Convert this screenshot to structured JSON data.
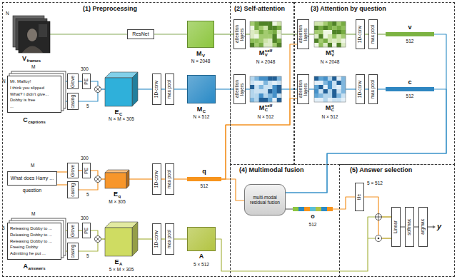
{
  "diagram": {
    "nodes": [
      {
        "text": [
          "(1) Preprocessing"
        ]
      },
      {
        "text": [
          "(2) Self-attention"
        ]
      },
      {
        "text": [
          "(3) Attention by question"
        ]
      },
      {
        "text": [
          "(4) Multimodal fusion"
        ]
      },
      {
        "text": [
          "(5) Answer selection"
        ]
      },
      {
        "text": [
          "V",
          "frames"
        ],
        "in": 0
      },
      {
        "text": [
          "ResNet"
        ],
        "in": 0
      },
      {
        "text": [
          "M",
          "V",
          "N × 2048"
        ],
        "in": 0
      },
      {
        "text": [
          "Mr. Malfoy!",
          "I think you slipped",
          "What? I didn't give...",
          "Dobby is free",
          "...",
          "C",
          "captions"
        ],
        "in": 0
      },
      {
        "text": [
          "Glove"
        ],
        "in": 0
      },
      {
        "text": [
          "casing"
        ],
        "in": 0
      },
      {
        "text": [
          "PE"
        ],
        "in": 0
      },
      {
        "text": [
          "E",
          "C",
          "N × M × 305"
        ],
        "in": 0
      },
      {
        "text": [
          "1D-conv"
        ],
        "in": 0
      },
      {
        "text": [
          "max pool"
        ],
        "in": 0
      },
      {
        "text": [
          "M",
          "C",
          "N × 512"
        ],
        "in": 0
      },
      {
        "text": [
          "What does Harry ...",
          "question"
        ],
        "in": 0
      },
      {
        "text": [
          "Glove"
        ],
        "in": 0
      },
      {
        "text": [
          "casing"
        ],
        "in": 0
      },
      {
        "text": [
          "PE"
        ],
        "in": 0
      },
      {
        "text": [
          "E",
          "q",
          "M × 305"
        ],
        "in": 0
      },
      {
        "text": [
          "1D-conv"
        ],
        "in": 0
      },
      {
        "text": [
          "max pool"
        ],
        "in": 0
      },
      {
        "text": [
          "q",
          "512"
        ],
        "in": 0
      },
      {
        "text": [
          "Releasing Dobby to ...",
          "Releasing Dobby to ...",
          "Releasing Dobby to ...",
          "Freeing Dobby",
          "Admitting he put ...",
          "A",
          "answers"
        ],
        "in": 0
      },
      {
        "text": [
          "Glove"
        ],
        "in": 0
      },
      {
        "text": [
          "casing"
        ],
        "in": 0
      },
      {
        "text": [
          "PE"
        ],
        "in": 0
      },
      {
        "text": [
          "E",
          "A",
          "5 × M × 305"
        ],
        "in": 0
      },
      {
        "text": [
          "1D-conv"
        ],
        "in": 0
      },
      {
        "text": [
          "max pool"
        ],
        "in": 0
      },
      {
        "text": [
          "A",
          "5 × 512"
        ],
        "in": 0
      },
      {
        "text": [
          "attention layers"
        ],
        "in": 1
      },
      {
        "text": [
          "M",
          "V",
          "self",
          "N × 2048"
        ],
        "in": 1
      },
      {
        "text": [
          "attention layers"
        ],
        "in": 1
      },
      {
        "text": [
          "M",
          "C",
          "self",
          "N × 512"
        ],
        "in": 1
      },
      {
        "text": [
          "attention layers"
        ],
        "in": 2
      },
      {
        "text": [
          "M",
          "V",
          "q",
          "N × 2048"
        ],
        "in": 2
      },
      {
        "text": [
          "1D-conv"
        ],
        "in": 2
      },
      {
        "text": [
          "max pool"
        ],
        "in": 2
      },
      {
        "text": [
          "v",
          "512"
        ],
        "in": 2
      },
      {
        "text": [
          "attention layers"
        ],
        "in": 2
      },
      {
        "text": [
          "M",
          "C",
          "q",
          "N × 512"
        ],
        "in": 2
      },
      {
        "text": [
          "1D-conv"
        ],
        "in": 2
      },
      {
        "text": [
          "max pool"
        ],
        "in": 2
      },
      {
        "text": [
          "c",
          "512"
        ],
        "in": 2
      },
      {
        "text": [
          "multi-modal residual fusion"
        ],
        "in": 3
      },
      {
        "text": [
          "o",
          "512"
        ],
        "in": 3
      },
      {
        "text": [
          "tile"
        ],
        "in": 4
      },
      {
        "text": [
          "Linear"
        ],
        "in": 4
      },
      {
        "text": [
          "softmax"
        ],
        "in": 4
      },
      {
        "text": [
          "argmax"
        ],
        "in": 4
      }
    ],
    "edges": [
      {
        "from": 5,
        "to": 6,
        "arrow": "none"
      },
      {
        "from": 6,
        "to": 7,
        "arrow": "none"
      },
      {
        "from": 7,
        "to": 32,
        "arrow": "none"
      },
      {
        "from": 32,
        "to": 33,
        "arrow": "none"
      },
      {
        "from": 33,
        "to": 36,
        "arrow": "none"
      },
      {
        "from": 36,
        "to": 37,
        "arrow": "none"
      },
      {
        "from": 37,
        "to": 38,
        "arrow": "none"
      },
      {
        "from": 38,
        "to": 39,
        "arrow": "none"
      },
      {
        "from": 39,
        "to": 40,
        "arrow": "none"
      },
      {
        "from": 8,
        "to": 9,
        "arrow": "none"
      },
      {
        "from": 8,
        "to": 10,
        "arrow": "none"
      },
      {
        "from": 9,
        "to": 11,
        "arrow": "none"
      },
      {
        "from": 11,
        "to": 12,
        "arrow": "none"
      },
      {
        "from": 10,
        "to": 12,
        "arrow": "none"
      },
      {
        "from": 12,
        "to": 13,
        "arrow": "none"
      },
      {
        "from": 13,
        "to": 14,
        "arrow": "none"
      },
      {
        "from": 14,
        "to": 15,
        "arrow": "none"
      },
      {
        "from": 15,
        "to": 34,
        "arrow": "none"
      },
      {
        "from": 34,
        "to": 35,
        "arrow": "none"
      },
      {
        "from": 35,
        "to": 41,
        "arrow": "none"
      },
      {
        "from": 41,
        "to": 42,
        "arrow": "none"
      },
      {
        "from": 42,
        "to": 43,
        "arrow": "none"
      },
      {
        "from": 43,
        "to": 44,
        "arrow": "none"
      },
      {
        "from": 44,
        "to": 45,
        "arrow": "none"
      },
      {
        "from": 16,
        "to": 17,
        "arrow": "none"
      },
      {
        "from": 16,
        "to": 18,
        "arrow": "none"
      },
      {
        "from": 17,
        "to": 19,
        "arrow": "none"
      },
      {
        "from": 19,
        "to": 20,
        "arrow": "none"
      },
      {
        "from": 18,
        "to": 20,
        "arrow": "none"
      },
      {
        "from": 20,
        "to": 21,
        "arrow": "none"
      },
      {
        "from": 21,
        "to": 22,
        "arrow": "none"
      },
      {
        "from": 22,
        "to": 23,
        "arrow": "none"
      },
      {
        "from": 23,
        "to": 36,
        "arrow": "none"
      },
      {
        "from": 23,
        "to": 41,
        "arrow": "none"
      },
      {
        "from": 23,
        "to": 46,
        "arrow": "none"
      },
      {
        "from": 24,
        "to": 25,
        "arrow": "none"
      },
      {
        "from": 24,
        "to": 26,
        "arrow": "none"
      },
      {
        "from": 25,
        "to": 27,
        "arrow": "none"
      },
      {
        "from": 27,
        "to": 28,
        "arrow": "none"
      },
      {
        "from": 26,
        "to": 28,
        "arrow": "none"
      },
      {
        "from": 28,
        "to": 29,
        "arrow": "none"
      },
      {
        "from": 29,
        "to": 30,
        "arrow": "none"
      },
      {
        "from": 30,
        "to": 31,
        "arrow": "none"
      },
      {
        "from": 40,
        "to": 46,
        "arrow": "none"
      },
      {
        "from": 45,
        "to": 46,
        "arrow": "none"
      },
      {
        "from": 46,
        "to": 47,
        "arrow": "none"
      },
      {
        "from": 47,
        "to": 48,
        "arrow": "none"
      },
      {
        "from": 48,
        "to": 49,
        "arrow": "none"
      },
      {
        "from": 31,
        "to": 49,
        "arrow": "none"
      },
      {
        "from": 49,
        "to": 50,
        "arrow": "none"
      },
      {
        "from": 50,
        "to": 51,
        "arrow": "none"
      }
    ],
    "labels": [
      "N",
      "M",
      "N",
      "300",
      "5",
      "M",
      "300",
      "5",
      "M",
      "5",
      "300",
      "5",
      "5 × 512",
      "y"
    ]
  }
}
